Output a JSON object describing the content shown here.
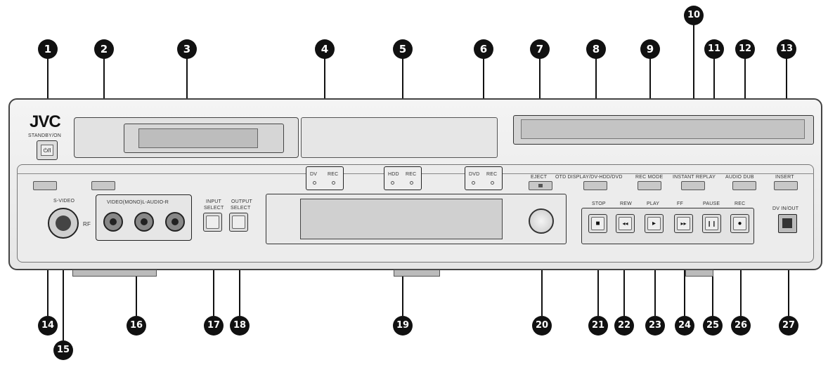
{
  "brand": "JVC",
  "callouts": [
    "1",
    "2",
    "3",
    "4",
    "5",
    "6",
    "7",
    "8",
    "9",
    "10",
    "11",
    "12",
    "13",
    "14",
    "15",
    "16",
    "17",
    "18",
    "19",
    "20",
    "21",
    "22",
    "23",
    "24",
    "25",
    "26",
    "27"
  ],
  "labels": {
    "standby": "STANDBY/ON",
    "power_symbol": "⏻/I",
    "dv_rec_a": "DV",
    "dv_rec_b": "REC",
    "hdd_rec_a": "HDD",
    "hdd_rec_b": "REC",
    "dvd_rec_a": "DVD",
    "dvd_rec_b": "REC",
    "eject": "EJECT",
    "otd_display": "OTD DISPLAY/DV-HDD/DVD",
    "rec_mode": "REC MODE",
    "instant_replay": "INSTANT REPLAY",
    "audio_dub": "AUDIO DUB",
    "insert": "INSERT",
    "s_video": "S-VIDEO",
    "av_jacks": "VIDEO(MONO)L-AUDIO-R",
    "rf": "RF",
    "input_select_a": "INPUT",
    "input_select_b": "SELECT",
    "output_select_a": "OUTPUT",
    "output_select_b": "SELECT",
    "stop": "STOP",
    "rew": "REW",
    "play": "PLAY",
    "ff": "FF",
    "pause": "PAUSE",
    "rec": "REC",
    "dv_in_out": "DV IN/OUT"
  },
  "icons": {
    "stop": "■",
    "rew": "◂◂",
    "play": "▸",
    "ff": "▸▸",
    "pause": "❙❙",
    "rec": "●"
  },
  "colors": {
    "callout": "#111111",
    "panel": "#e8e8e8",
    "outline": "#444444"
  }
}
